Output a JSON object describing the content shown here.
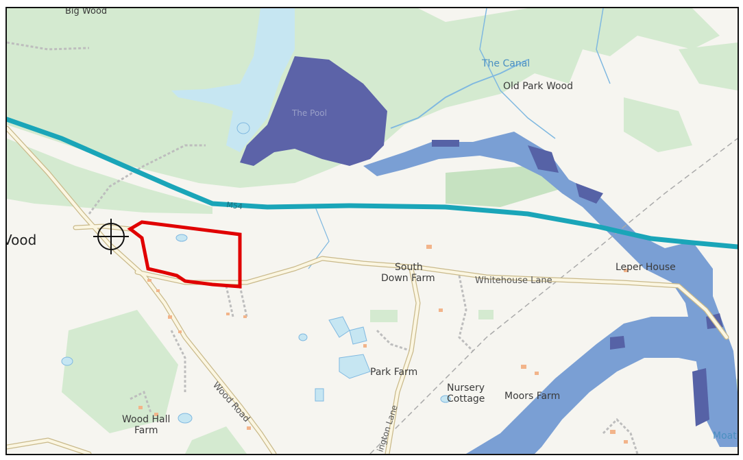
{
  "map": {
    "colors": {
      "land": "#f6f5f0",
      "woodland": "#d4ead0",
      "woodland_dark": "#c6e2c1",
      "water": "#c6e6f2",
      "water_line": "#7fb8e0",
      "pool_dark": "#5c63a8",
      "flood_zone": "#7a9fd4",
      "flood_zone_dark": "#5662a6",
      "motorway": "#1aa5b8",
      "road_fill": "#fbf6e2",
      "road_casing": "#c9b98a",
      "track": "#bdbdbd",
      "site_boundary": "#e00000",
      "building": "#f2b48a"
    },
    "markers": {
      "crosshair_icon": "crosshair-icon"
    },
    "labels": {
      "the_canal": "The Canal",
      "old_park_wood": "Old Park Wood",
      "the_pool": "The Pool",
      "m54": "M54",
      "wood_partial": "Vood",
      "south": "South",
      "down_farm": "Down Farm",
      "whitehouse_lane": "Whitehouse Lane",
      "leper_house": "Leper House",
      "park_farm": "Park Farm",
      "nursery": "Nursery",
      "cottage": "Cottage",
      "moors_farm": "Moors Farm",
      "wood_road": "Wood Road",
      "wood_hall": "Wood Hall",
      "farm": "Farm",
      "ington_lane": "ington Lane",
      "moat": "Moat",
      "top_wood_partial": "Big Wood"
    }
  }
}
